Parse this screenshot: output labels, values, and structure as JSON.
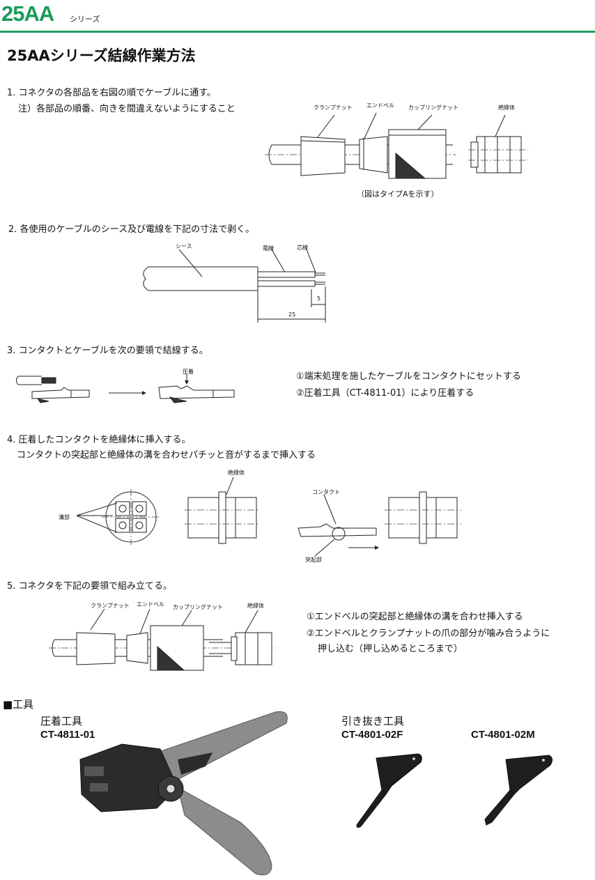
{
  "header": {
    "logo": "25AA",
    "series": "シリーズ"
  },
  "title": "25AAシリーズ結線作業方法",
  "step1": {
    "text": "1. コネクタの各部品を右図の順でケーブルに通す。",
    "note": "注）各部品の順番、向きを間違えないようにすること",
    "labels": [
      "クランプナット",
      "エンドベル",
      "カップリングナット",
      "絶縁体"
    ],
    "caption": "（図はタイプAを示す）"
  },
  "step2": {
    "text": "2. 各使用のケーブルのシース及び電線を下記の寸法で剥く。",
    "labels": [
      "シース",
      "電線",
      "芯線"
    ],
    "dims": [
      "5",
      "25"
    ]
  },
  "step3": {
    "text": "3. コンタクトとケーブルを次の要領で結線する。",
    "label": "圧着",
    "notes": [
      "①端末処理を施したケーブルをコンタクトにセットする",
      "②圧着工具（CT-4811-01）により圧着する"
    ]
  },
  "step4": {
    "text": "4. 圧着したコンタクトを絶縁体に挿入する。",
    "text2": "コンタクトの突起部と絶縁体の溝を合わせパチッと音がするまで挿入する",
    "labels": [
      "絶縁体",
      "溝部",
      "コンタクト",
      "突起部"
    ]
  },
  "step5": {
    "text": "5. コネクタを下記の要領で組み立てる。",
    "labels": [
      "クランプナット",
      "エンドベル",
      "カップリングナット",
      "絶縁体"
    ],
    "notes": [
      "①エンドベルの突起部と絶縁体の溝を合わせ挿入する",
      "②エンドベルとクランプナットの爪の部分が噛み合うように",
      "押し込む（押し込めるところまで）"
    ]
  },
  "tools": {
    "heading": "■工具",
    "crimp": {
      "name": "圧着工具",
      "code": "CT-4811-01"
    },
    "extract": {
      "name": "引き抜き工具",
      "code_f": "CT-4801-02F",
      "code_m": "CT-4801-02M"
    }
  },
  "colors": {
    "accent": "#23a065",
    "logo": "#1a9a5a",
    "tool_grip": "#8c8c8c"
  }
}
